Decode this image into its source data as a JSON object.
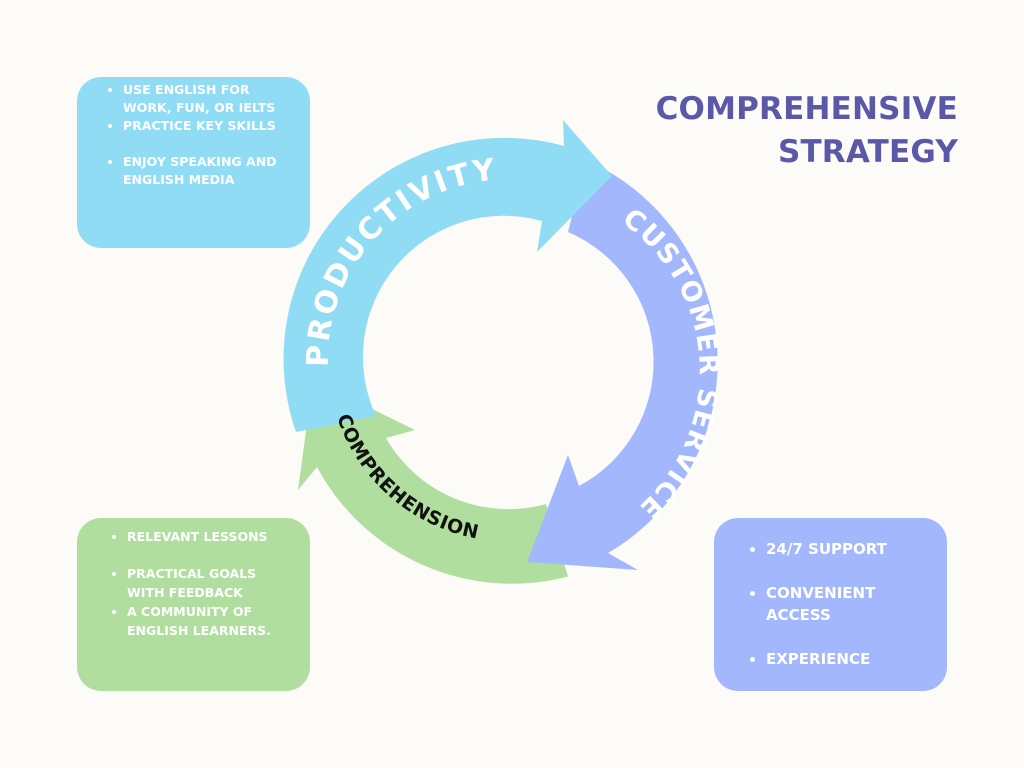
{
  "title": {
    "line1": "COMPREHENSIVE",
    "line2": "STRATEGY"
  },
  "cycle": {
    "productivity": "PRODUCTIVITY",
    "customer_service": "CUSTOMER SERVICE",
    "comprehension": "COMPREHENSION"
  },
  "productivity_box": {
    "items": [
      "USE ENGLISH FOR WORK, FUN, OR IELTS",
      "PRACTICE KEY SKILLS",
      "ENJOY SPEAKING AND ENGLISH MEDIA"
    ]
  },
  "comprehension_box": {
    "items": [
      "RELEVANT LESSONS",
      "PRACTICAL GOALS WITH FEEDBACK",
      "A COMMUNITY OF ENGLISH LEARNERS."
    ]
  },
  "customer_service_box": {
    "items": [
      "24/7 SUPPORT",
      "CONVENIENT ACCESS",
      "EXPERIENCE"
    ]
  },
  "colors": {
    "productivity": "#90dcf4",
    "customer_service": "#a3b7fc",
    "comprehension": "#b0de9f",
    "title": "#5b58a8",
    "background": "#fcfbf7"
  }
}
